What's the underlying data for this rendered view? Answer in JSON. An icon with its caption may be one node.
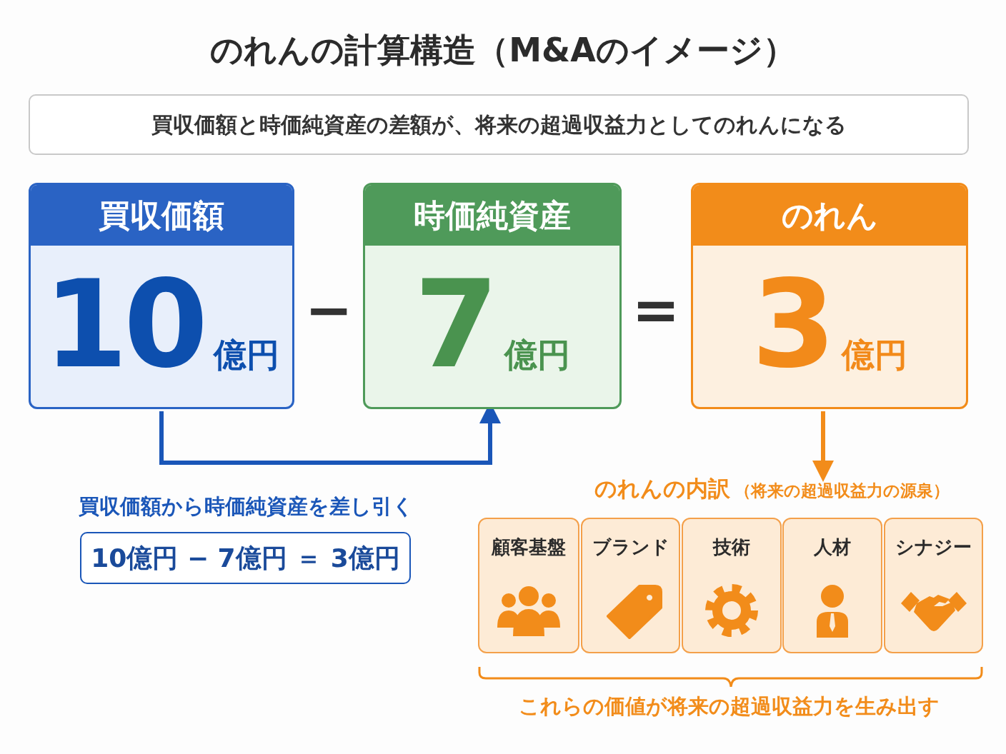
{
  "diagram": {
    "title": "のれんの計算構造（M&Aのイメージ）",
    "nodes": [
      {
        "text": [
          "買収価額と時価純資産の差額が、将来の超過収益力としてのれんになる"
        ]
      },
      {
        "text": [
          "買収価額",
          "10",
          "億円"
        ]
      },
      {
        "text": [
          "時価純資産",
          "7",
          "億円"
        ]
      },
      {
        "text": [
          "のれん",
          "3",
          "億円"
        ]
      },
      {
        "text": [
          "のれんの内訳",
          "（将来の超過収益力の源泉）"
        ]
      },
      {
        "text": [
          "顧客基盤"
        ]
      },
      {
        "text": [
          "ブランド"
        ]
      },
      {
        "text": [
          "技術"
        ]
      },
      {
        "text": [
          "人材"
        ]
      },
      {
        "text": [
          "シナジー"
        ]
      },
      {
        "text": [
          "買収価額から時価純資産を差し引く",
          "10億円 − 7億円 ＝ 3億円"
        ]
      }
    ],
    "edges": [
      {
        "from": 1,
        "to": 2,
        "arrow": "to",
        "color": "#1a56b8"
      },
      {
        "from": 3,
        "to": 4,
        "arrow": "to",
        "color": "#f28c1a"
      }
    ],
    "labels": [
      "−",
      "=",
      "これらの価値が将来の超過収益力を生み出す"
    ]
  }
}
